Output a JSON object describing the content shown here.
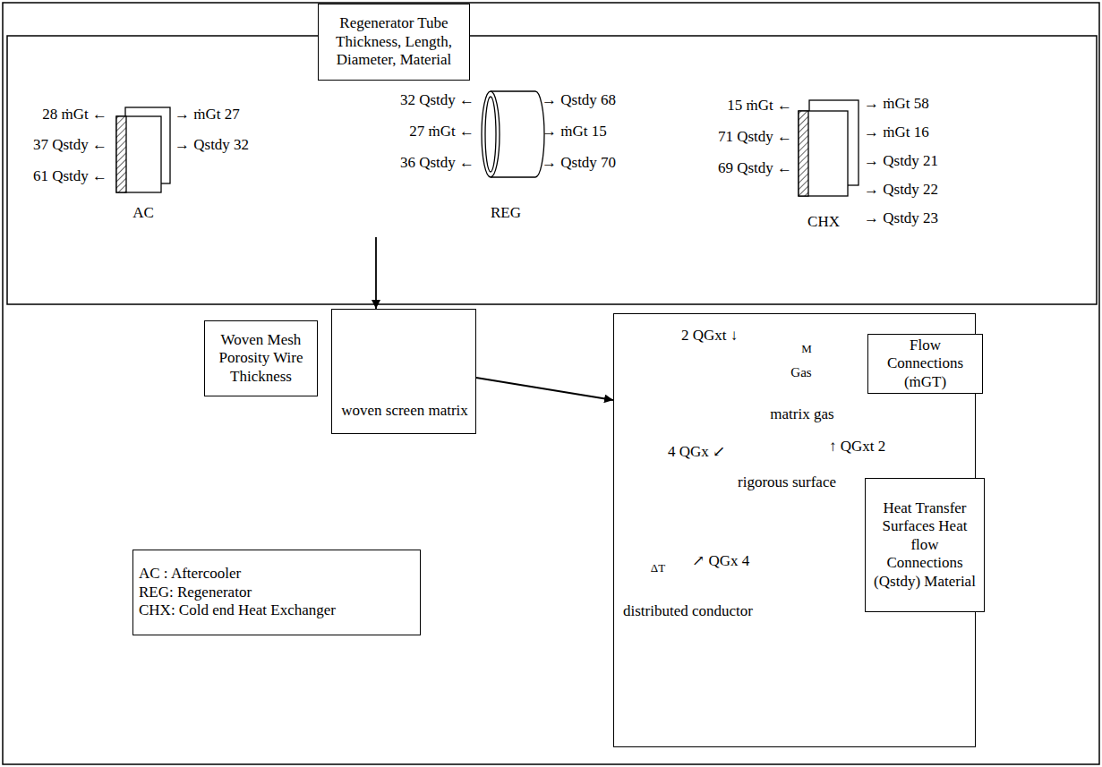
{
  "diagram": {
    "nodes": [
      {
        "text": [
          "Regenerator Tube Thickness, Length, Diameter, Material"
        ]
      },
      {
        "text": [
          "28 ṁGt ←",
          "37 Qstdy ←",
          "61 Qstdy ←",
          "→ ṁGt 27",
          "→ Qstdy 32",
          "AC"
        ]
      },
      {
        "text": [
          "32 Qstdy ←",
          "27 ṁGt ←",
          "36 Qstdy ←",
          "→ Qstdy 68",
          "→ ṁGt 15",
          "→ Qstdy 70",
          "REG"
        ]
      },
      {
        "text": [
          "15 ṁGt ←",
          "71 Qstdy ←",
          "69 Qstdy ←",
          "→ ṁGt 58",
          "→ ṁGt 16",
          "→ Qstdy 21",
          "→ Qstdy 22",
          "→ Qstdy 23",
          "CHX"
        ]
      },
      {
        "text": [
          "Woven Mesh Porosity Wire Thickness"
        ]
      },
      {
        "text": [
          "woven screen matrix"
        ]
      },
      {
        "text": []
      },
      {
        "text": [
          "2 QGxt ↓",
          "M",
          "Gas",
          "matrix gas"
        ],
        "in": 6
      },
      {
        "text": [
          "Flow Connections (ṁGT)"
        ],
        "in": 6
      },
      {
        "text": [
          "4 QGx ↙",
          "↑ QGxt 2",
          "rigorous surface"
        ],
        "in": 6
      },
      {
        "text": [
          "Heat Transfer Surfaces Heat flow Connections (Qstdy) Material"
        ],
        "in": 6
      },
      {
        "text": [
          "ΔT",
          "↗ QGx 4",
          "distributed conductor"
        ],
        "in": 6
      },
      {
        "text": [
          "AC : Aftercooler",
          "REG: Regenerator",
          "CHX: Cold end Heat Exchanger"
        ]
      }
    ],
    "edges": [
      {
        "from": 2,
        "to": 5,
        "arrow": "to"
      },
      {
        "from": 5,
        "to": 6,
        "arrow": "to"
      }
    ]
  }
}
